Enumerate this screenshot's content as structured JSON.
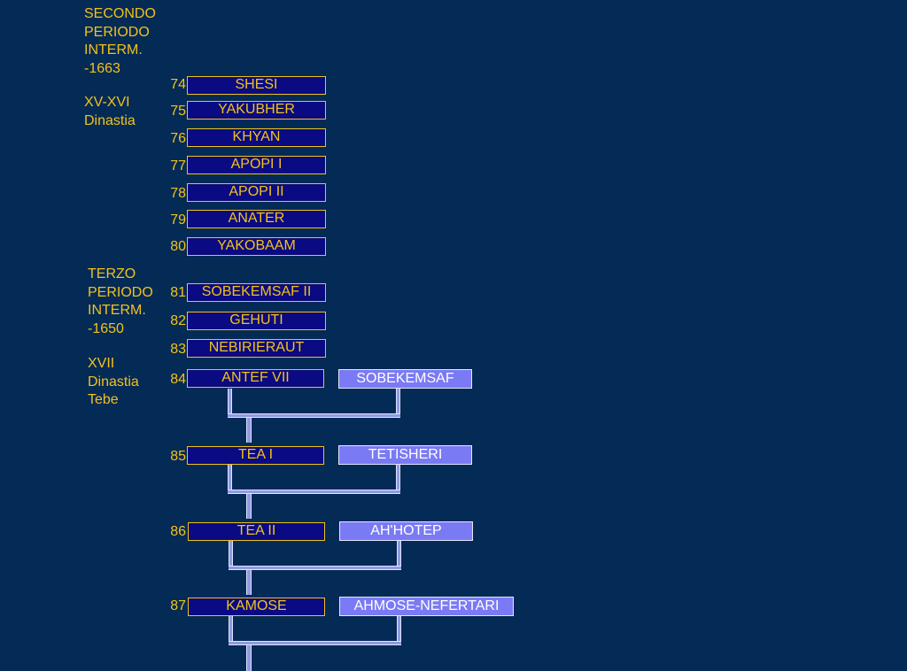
{
  "sections": [
    {
      "id": "second",
      "text": "SECONDO\nPERIODO\nINTERM.\n-1663"
    },
    {
      "id": "dyn15",
      "text": "XV-XVI\nDinastia"
    },
    {
      "id": "third",
      "text": "TERZO\nPERIODO\nINTERM.\n-1650"
    },
    {
      "id": "dyn17",
      "text": "XVII\nDinastia\nTebe"
    }
  ],
  "kings": [
    {
      "num": "74",
      "name": "SHESI"
    },
    {
      "num": "75",
      "name": "YAKUBHER"
    },
    {
      "num": "76",
      "name": "KHYAN"
    },
    {
      "num": "77",
      "name": "APOPI  I"
    },
    {
      "num": "78",
      "name": "APOPI  II"
    },
    {
      "num": "79",
      "name": "ANATER"
    },
    {
      "num": "80",
      "name": "YAKOBAAM"
    },
    {
      "num": "81",
      "name": "SOBEKEMSAF II"
    },
    {
      "num": "82",
      "name": "GEHUTI"
    },
    {
      "num": "83",
      "name": "NEBIRIERAUT"
    },
    {
      "num": "84",
      "name": "ANTEF  VII"
    },
    {
      "num": "85",
      "name": "TEA  I"
    },
    {
      "num": "86",
      "name": "TEA  II"
    },
    {
      "num": "87",
      "name": "KAMOSE"
    }
  ],
  "queens": [
    {
      "name": "SOBEKEMSAF"
    },
    {
      "name": "TETISHERI"
    },
    {
      "name": "AH'HOTEP"
    },
    {
      "name": "AHMOSE-NEFERTARI"
    }
  ],
  "colors": {
    "background": "#042a56",
    "king_fill": "#0a0a82",
    "king_text": "#f2c21a",
    "queen_fill": "#7a7af4",
    "queen_text": "#ffffff",
    "connector": "#8f9be0"
  }
}
